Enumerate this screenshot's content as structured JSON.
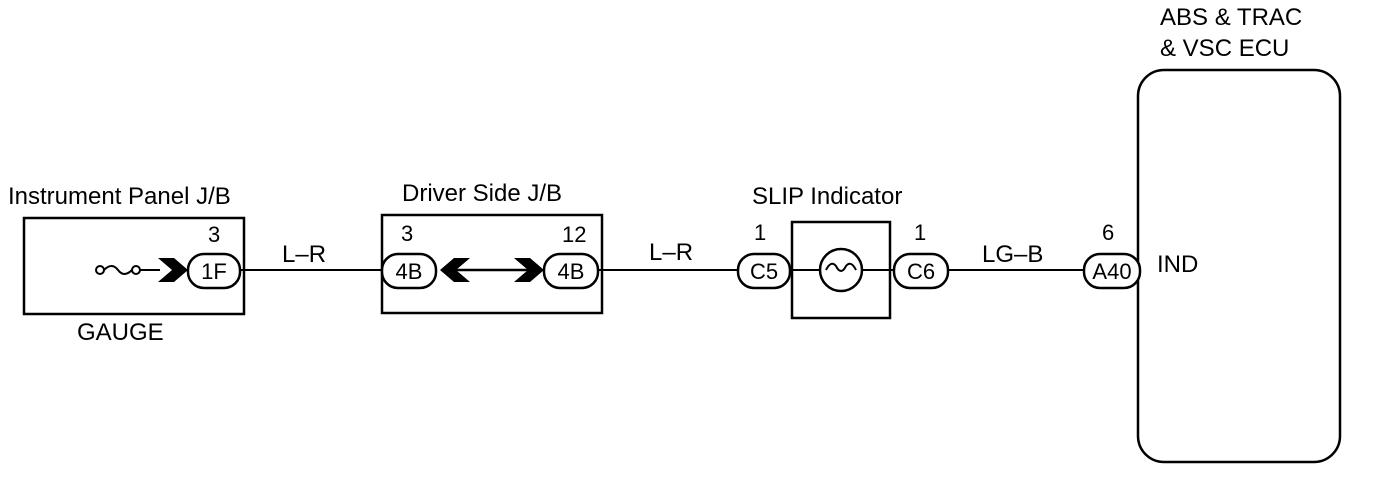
{
  "ecu": {
    "title_line1": "ABS & TRAC",
    "title_line2": "& VSC ECU",
    "terminal": "IND"
  },
  "instrument_panel": {
    "title": "Instrument Panel J/B",
    "pin": "3",
    "connector": "1F",
    "sub_label": "GAUGE"
  },
  "driver_side": {
    "title": "Driver Side J/B",
    "left_pin": "3",
    "left_connector": "4B",
    "right_pin": "12",
    "right_connector": "4B"
  },
  "slip_indicator": {
    "title": "SLIP Indicator",
    "left_pin": "1",
    "left_connector": "C5",
    "right_pin": "1",
    "right_connector": "C6"
  },
  "ecu_connector": {
    "pin": "6",
    "connector": "A40"
  },
  "wires": {
    "wire1": "L–R",
    "wire2": "L–R",
    "wire3": "LG–B"
  }
}
